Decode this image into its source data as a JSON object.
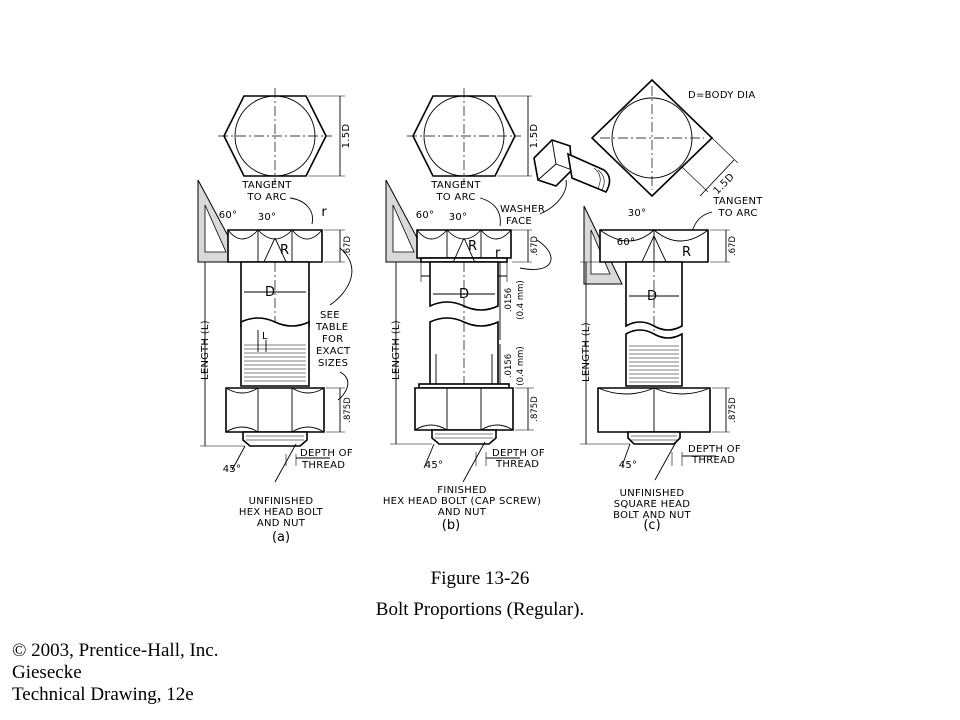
{
  "labels": {
    "body_dia": "D=BODY DIA",
    "tangent_a": [
      "TANGENT",
      "TO ARC"
    ],
    "tangent_b": [
      "TANGENT",
      "TO ARC"
    ],
    "tangent_c": [
      "TANGENT",
      "TO ARC"
    ],
    "washer_face": [
      "WASHER",
      "FACE"
    ],
    "see_table": [
      "SEE",
      "TABLE",
      "FOR",
      "EXACT",
      "SIZES"
    ],
    "depth_of_thread": [
      "DEPTH OF",
      "THREAD"
    ],
    "length": "LENGTH (L)",
    "dim_15d": "1.5D",
    "dim_67d": ".67D",
    "dim_875d": ".875D",
    "dim_0156": ".0156",
    "dim_04mm": "(0.4 mm)",
    "d": "D",
    "r_upper": "R",
    "r_lower": "r",
    "l_small": "L",
    "angle_60": "60°",
    "angle_30": "30°",
    "angle_45": "45°"
  },
  "panels": {
    "a": {
      "caption": [
        "UNFINISHED",
        "HEX HEAD BOLT",
        "AND NUT"
      ],
      "letter": "(a)"
    },
    "b": {
      "caption": [
        "FINISHED",
        "HEX HEAD BOLT (CAP SCREW)",
        "AND NUT"
      ],
      "letter": "(b)"
    },
    "c": {
      "caption": [
        "UNFINISHED",
        "SQUARE HEAD",
        "BOLT AND NUT"
      ],
      "letter": "(c)"
    }
  },
  "figure": {
    "number": "Figure 13-26",
    "title": "Bolt Proportions (Regular)."
  },
  "credits": [
    "© 2003, Prentice-Hall, Inc.",
    "Giesecke",
    "Technical Drawing, 12e"
  ]
}
